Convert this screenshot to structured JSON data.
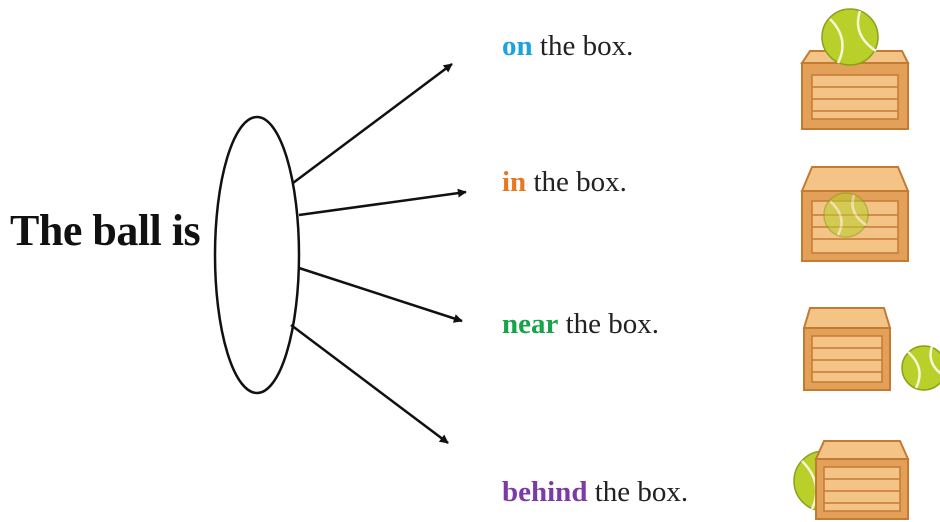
{
  "subject": {
    "text": "The ball is"
  },
  "options": [
    {
      "keyword": "on",
      "rest": " the box.",
      "color": "#1aa3de",
      "picture": "ball-on-box"
    },
    {
      "keyword": "in",
      "rest": " the box.",
      "color": "#e8771d",
      "picture": "ball-in-box"
    },
    {
      "keyword": "near",
      "rest": " the box.",
      "color": "#16a34a",
      "picture": "ball-near-box"
    },
    {
      "keyword": "behind",
      "rest": " the box.",
      "color": "#7c3aa8",
      "picture": "ball-behind-box"
    }
  ],
  "colors": {
    "line": "#111111",
    "box_light": "#f4c486",
    "box_mid": "#e3a058",
    "box_dark": "#c37a33",
    "ball": "#b9cf2a",
    "ball_dark": "#8aa11a"
  }
}
